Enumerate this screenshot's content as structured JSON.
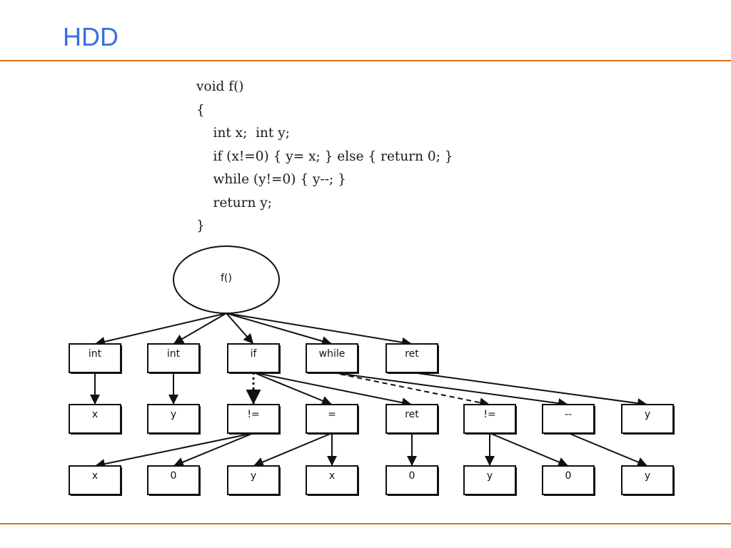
{
  "slide": {
    "title": "HDD",
    "rule_color": "#d9731a",
    "title_color": "#3a6fe0"
  },
  "code": {
    "lines": [
      "void f()",
      "{",
      "    int x;  int y;",
      "    if (x!=0) { y= x; } else { return 0; }",
      "    while (y!=0) { y--; }",
      "    return y;",
      "}"
    ]
  },
  "tree": {
    "root": {
      "id": "root",
      "label": "f()"
    },
    "levels": [
      [
        {
          "id": "n1",
          "label": "int"
        },
        {
          "id": "n2",
          "label": "int"
        },
        {
          "id": "n3",
          "label": "if"
        },
        {
          "id": "n4",
          "label": "while"
        },
        {
          "id": "n5",
          "label": "ret"
        }
      ],
      [
        {
          "id": "m1",
          "label": "x"
        },
        {
          "id": "m2",
          "label": "y"
        },
        {
          "id": "m3",
          "label": "!="
        },
        {
          "id": "m4",
          "label": "="
        },
        {
          "id": "m5",
          "label": "ret"
        },
        {
          "id": "m6",
          "label": "!="
        },
        {
          "id": "m7",
          "label": "--"
        },
        {
          "id": "m8",
          "label": "y"
        }
      ],
      [
        {
          "id": "l1",
          "label": "x"
        },
        {
          "id": "l2",
          "label": "0"
        },
        {
          "id": "l3",
          "label": "y"
        },
        {
          "id": "l4",
          "label": "x"
        },
        {
          "id": "l5",
          "label": "0"
        },
        {
          "id": "l6",
          "label": "y"
        },
        {
          "id": "l7",
          "label": "0"
        },
        {
          "id": "l8",
          "label": "y"
        }
      ]
    ],
    "edges": [
      {
        "from": "root",
        "to": "n1",
        "style": "solid"
      },
      {
        "from": "root",
        "to": "n2",
        "style": "solid"
      },
      {
        "from": "root",
        "to": "n3",
        "style": "solid"
      },
      {
        "from": "root",
        "to": "n4",
        "style": "solid"
      },
      {
        "from": "root",
        "to": "n5",
        "style": "solid"
      },
      {
        "from": "n1",
        "to": "m1",
        "style": "solid"
      },
      {
        "from": "n2",
        "to": "m2",
        "style": "solid"
      },
      {
        "from": "n3",
        "to": "m3",
        "style": "dotted"
      },
      {
        "from": "n3",
        "to": "m4",
        "style": "solid"
      },
      {
        "from": "n3",
        "to": "m5",
        "style": "solid"
      },
      {
        "from": "n4",
        "to": "m6",
        "style": "dashed"
      },
      {
        "from": "n4",
        "to": "m7",
        "style": "solid"
      },
      {
        "from": "n5",
        "to": "m8",
        "style": "solid"
      },
      {
        "from": "m3",
        "to": "l1",
        "style": "solid"
      },
      {
        "from": "m3",
        "to": "l2",
        "style": "solid"
      },
      {
        "from": "m4",
        "to": "l3",
        "style": "solid"
      },
      {
        "from": "m4",
        "to": "l4",
        "style": "solid"
      },
      {
        "from": "m5",
        "to": "l5",
        "style": "solid"
      },
      {
        "from": "m6",
        "to": "l6",
        "style": "solid"
      },
      {
        "from": "m6",
        "to": "l7",
        "style": "solid"
      },
      {
        "from": "m7",
        "to": "l8",
        "style": "solid"
      }
    ]
  }
}
